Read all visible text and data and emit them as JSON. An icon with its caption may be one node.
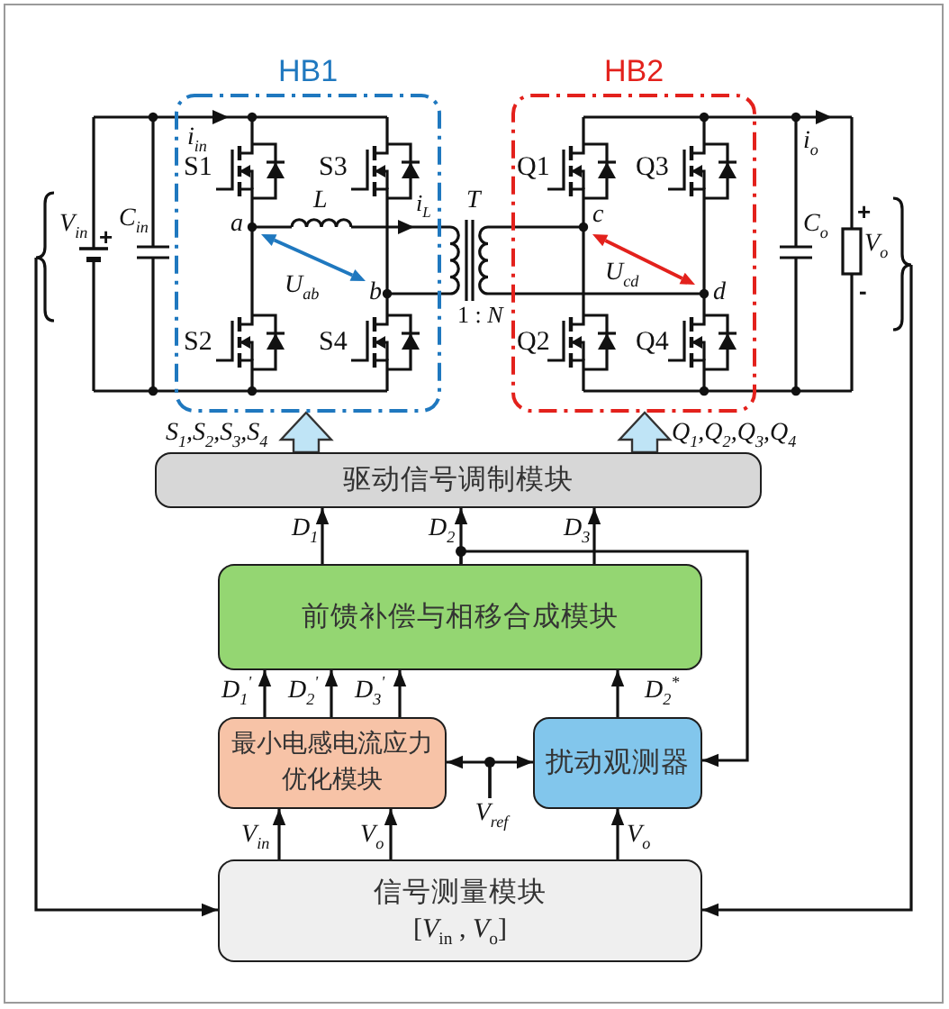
{
  "diagram": {
    "nodes": [
      {
        "text": [
          "HB1"
        ]
      },
      {
        "text": [
          "HB2"
        ]
      },
      {
        "text": [
          "驱动信号调制模块"
        ]
      },
      {
        "text": [
          "前馈补偿与相移合成模块"
        ]
      },
      {
        "text": [
          "最小电感电流应力优化模块"
        ]
      },
      {
        "text": [
          "扰动观测器"
        ]
      },
      {
        "text": [
          "信号测量模块",
          "[*V*$_{in}$ , *V*$_{o}$]"
        ]
      },
      {
        "text": [
          "V$_{ref}$"
        ]
      }
    ],
    "edges": [
      {
        "from": 2,
        "to": 0,
        "arrow": "to",
        "label": "S$_{1}$,S$_{2}$,S$_{3}$,S$_{4}$",
        "style": "thick",
        "color": "#bfe4f6"
      },
      {
        "from": 2,
        "to": 1,
        "arrow": "to",
        "label": "Q$_{1}$,Q$_{2}$,Q$_{3}$,Q$_{4}$",
        "style": "thick",
        "color": "#bfe4f6"
      },
      {
        "from": 3,
        "to": 2,
        "arrow": "to",
        "label": "D$_{1}$"
      },
      {
        "from": 3,
        "to": 2,
        "arrow": "to",
        "label": "D$_{2}$"
      },
      {
        "from": 3,
        "to": 2,
        "arrow": "to",
        "label": "D$_{3}$"
      },
      {
        "from": 3,
        "to": 5,
        "arrow": "to"
      },
      {
        "from": 4,
        "to": 3,
        "arrow": "to",
        "label": "D$_{1}$$^{'}$"
      },
      {
        "from": 4,
        "to": 3,
        "arrow": "to",
        "label": "D$_{2}$$^{'}$"
      },
      {
        "from": 4,
        "to": 3,
        "arrow": "to",
        "label": "D$_{3}$$^{'}$"
      },
      {
        "from": 5,
        "to": 3,
        "arrow": "to",
        "label": "D$_{2}$$^{*}$"
      },
      {
        "from": 7,
        "to": 4,
        "arrow": "to"
      },
      {
        "from": 7,
        "to": 5,
        "arrow": "to"
      },
      {
        "from": 6,
        "to": 4,
        "arrow": "to",
        "label": "V$_{in}$"
      },
      {
        "from": 6,
        "to": 4,
        "arrow": "to",
        "label": "V$_{o}$"
      },
      {
        "from": 6,
        "to": 5,
        "arrow": "to",
        "label": "V$_{o}$"
      },
      {
        "from": null,
        "to": 6,
        "arrow": "to"
      },
      {
        "from": null,
        "to": 6,
        "arrow": "to"
      }
    ],
    "labels": [
      "i$_{in}$",
      "i$_{o}$",
      "S1",
      "S3",
      "Q1",
      "Q3",
      "L",
      "i$_{L}$",
      "T",
      "c",
      "V$_{in}$",
      "+",
      "C$_{in}$",
      "a",
      "C$_{o}$",
      "+",
      "V$_{o}$",
      "U$_{ab}$",
      "U$_{cd}$",
      "b",
      "1 : *N*",
      "d",
      "-",
      "S2",
      "S4",
      "Q2",
      "Q4"
    ]
  }
}
